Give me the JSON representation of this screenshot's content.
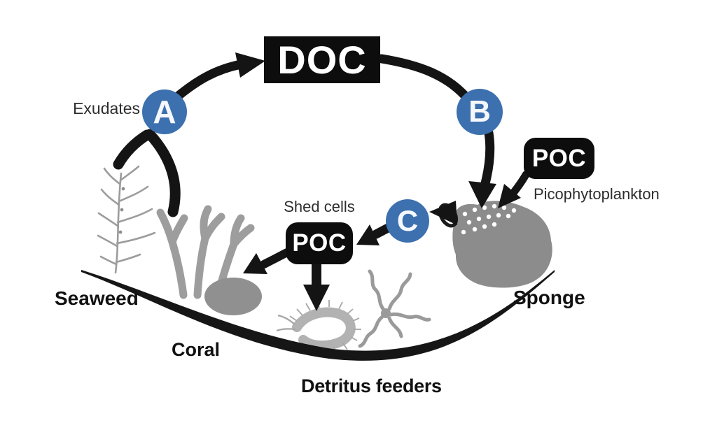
{
  "figure": {
    "doc_box": {
      "label": "DOC"
    },
    "process_nodes": [
      {
        "id": "A",
        "label": "A"
      },
      {
        "id": "B",
        "label": "B"
      },
      {
        "id": "C",
        "label": "C"
      }
    ],
    "poc_boxes": [
      {
        "id": "poc-picophytoplankton",
        "label": "POC"
      },
      {
        "id": "poc-shed-cells",
        "label": "POC"
      }
    ],
    "annotations": {
      "exudates": "Exudates",
      "picophytoplankton": "Picophytoplankton",
      "shed_cells": "Shed cells"
    },
    "organisms": {
      "seaweed": "Seaweed",
      "coral": "Coral",
      "sponge": "Sponge",
      "detritus_feeders": "Detritus feeders"
    },
    "colors": {
      "node_blue": "#3c70af",
      "box_black": "#0d0d0d",
      "arrow_black": "#141414",
      "organism_gray": "#8c8c8c",
      "background": "#ffffff"
    },
    "icons": [
      "seaweed-illustration",
      "coral-illustration",
      "sponge-illustration",
      "worm-illustration",
      "brittle-star-illustration",
      "seafloor-curve"
    ],
    "flows": [
      {
        "from": "Seaweed",
        "to": "A",
        "via": "Exudates"
      },
      {
        "from": "A",
        "to": "DOC"
      },
      {
        "from": "DOC",
        "to": "B"
      },
      {
        "from": "B",
        "to": "Sponge"
      },
      {
        "from": "POC (Picophytoplankton)",
        "to": "Sponge"
      },
      {
        "from": "Sponge",
        "to": "C"
      },
      {
        "from": "C",
        "to": "POC (Shed cells)"
      },
      {
        "from": "POC (Shed cells)",
        "to": "Coral"
      },
      {
        "from": "POC (Shed cells)",
        "to": "Detritus feeders"
      }
    ]
  }
}
